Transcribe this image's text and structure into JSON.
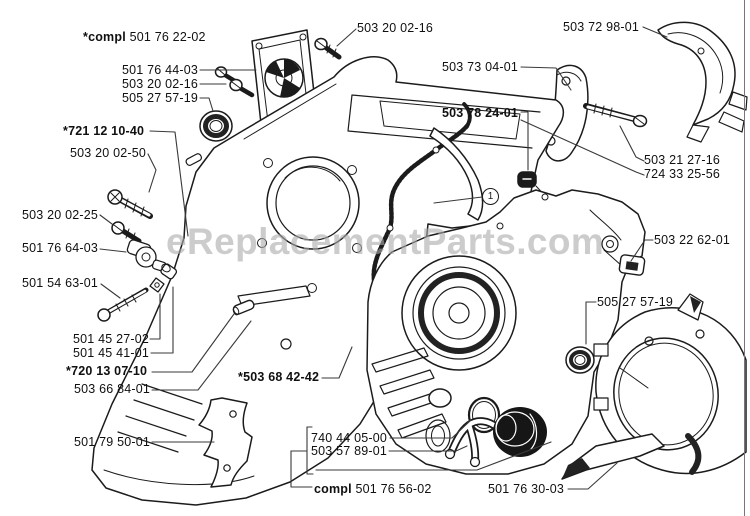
{
  "watermark": "eReplacementParts.com",
  "callout": {
    "number": "1"
  },
  "labels": [
    {
      "text": "501 76 44-03"
    },
    {
      "text": "503 20 02-16"
    },
    {
      "text": "505 27 57-19"
    },
    {
      "text": "*721 12 10-40",
      "bold": true
    },
    {
      "text": "503 20 02-50"
    },
    {
      "text": "503 20 02-25"
    },
    {
      "text": "501 76 64-03"
    },
    {
      "text": "501 54 63-01"
    },
    {
      "text": "501 45 27-02"
    },
    {
      "text": "501 45 41-01"
    },
    {
      "text": "*720 13 07-10",
      "bold": true
    },
    {
      "text": "503 66 84-01"
    },
    {
      "text": "501 79 50-01"
    },
    {
      "text": "503 20 02-16"
    },
    {
      "text": "503 73 04-01"
    },
    {
      "text": "503 78 24-01",
      "bold": true
    },
    {
      "text": "503 72 98-01"
    },
    {
      "text": "503 21 27-16"
    },
    {
      "text": "724 33 25-56"
    },
    {
      "text": "503 22 62-01"
    },
    {
      "text": "505 27 57-19"
    },
    {
      "text": "*503 68 42-42",
      "bold": true
    },
    {
      "text": "740 44 05-00"
    },
    {
      "text": "503 57 89-01"
    },
    {
      "text": "501 76 30-03"
    },
    {
      "prefix": "*compl",
      "number": "501 76 22-02"
    },
    {
      "prefix": "compl",
      "number": "501 76 56-02"
    }
  ]
}
